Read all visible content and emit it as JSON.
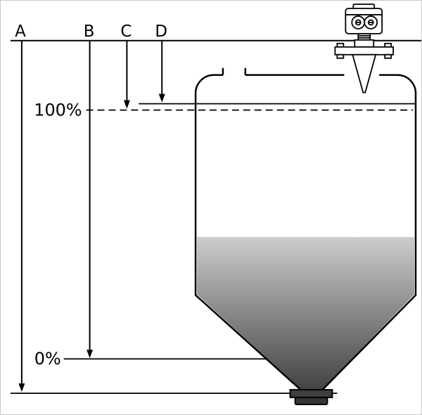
{
  "diagram": {
    "dimension_labels": {
      "a": "A",
      "b": "B",
      "c": "C",
      "d": "D"
    },
    "level_labels": {
      "full": "100%",
      "empty": "0%"
    },
    "colors": {
      "line": "#000000",
      "background": "#ffffff",
      "material_top": "#cdcdcd",
      "material_bottom": "#383838"
    }
  }
}
